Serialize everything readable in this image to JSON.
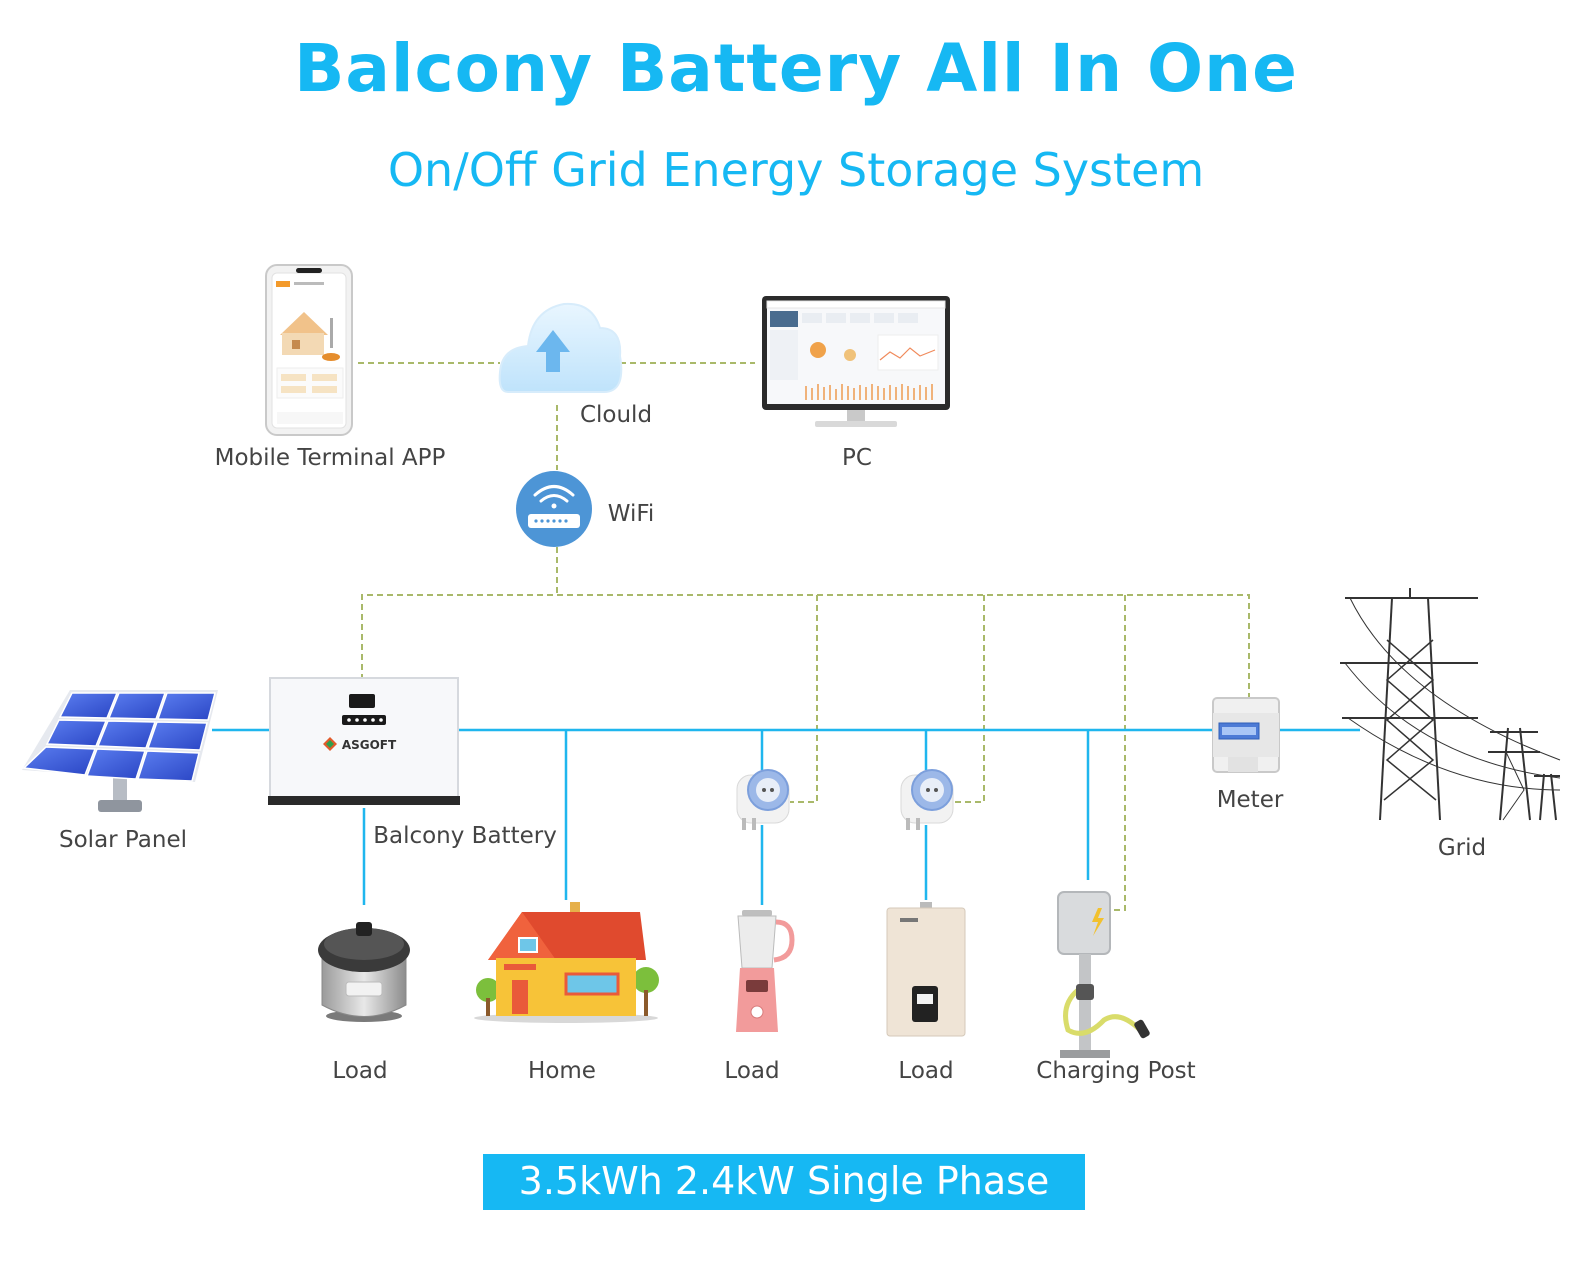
{
  "title": "Balcony Battery All In One",
  "subtitle": "On/Off Grid Energy Storage System",
  "labels": {
    "mobile_app": "Mobile Terminal APP",
    "cloud": "Clould",
    "pc": "PC",
    "wifi": "WiFi",
    "solar_panel": "Solar Panel",
    "balcony_battery": "Balcony Battery",
    "meter": "Meter",
    "grid": "Grid",
    "load_cooker": "Load",
    "home": "Home",
    "load_blender": "Load",
    "load_heater": "Load",
    "charging_post": "Charging Post"
  },
  "battery_brand": "ASGOFT",
  "spec": "3.5kWh 2.4kW Single Phase",
  "colors": {
    "accent": "#16b8f3",
    "power_line": "#1fb6ee",
    "data_line": "#a9b96a",
    "label_text": "#444444"
  },
  "icons": [
    "phone-icon",
    "cloud-upload-icon",
    "monitor-icon",
    "wifi-router-icon",
    "solar-panel-icon",
    "battery-unit-icon",
    "smart-plug-icon",
    "meter-icon",
    "pylon-icon",
    "cooker-icon",
    "house-icon",
    "blender-icon",
    "water-heater-icon",
    "ev-charger-icon"
  ]
}
